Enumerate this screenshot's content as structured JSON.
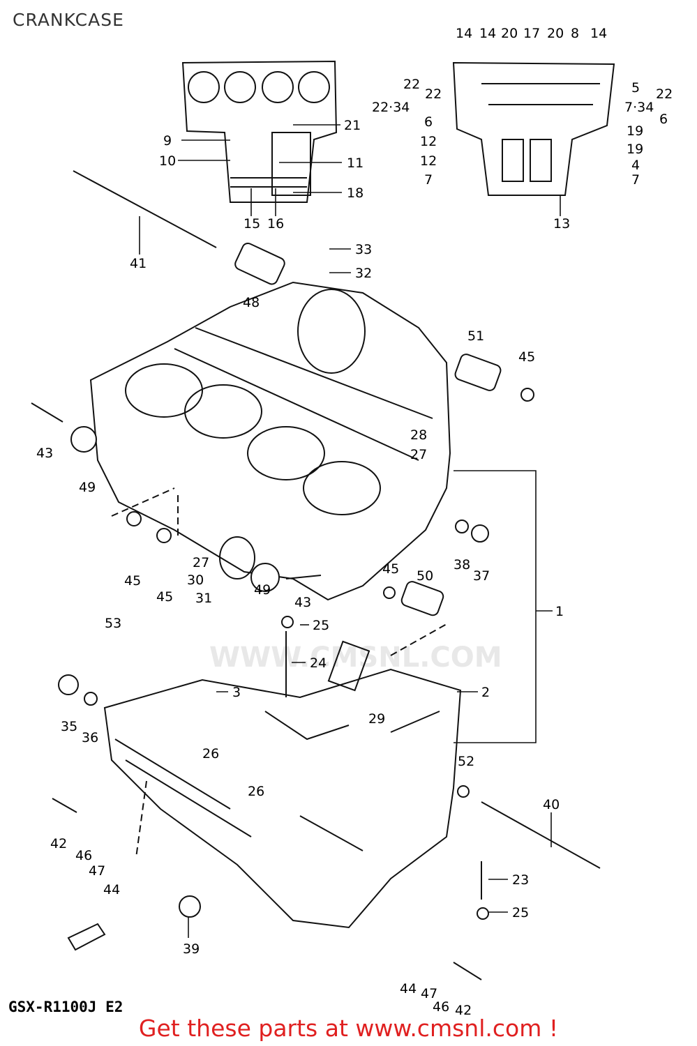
{
  "title": "CRANKCASE",
  "model": "GSX-R1100J E2",
  "footer": "Get these parts at www.cmsnl.com !",
  "watermark": "WWW.CMSNL.COM",
  "colors": {
    "footer": "#e02020",
    "ink": "#111111",
    "title": "#333333"
  },
  "callouts": [
    "1",
    "2",
    "3",
    "4",
    "5",
    "6",
    "6",
    "7",
    "7",
    "7·34",
    "8",
    "9",
    "10",
    "11",
    "12",
    "12",
    "13",
    "14",
    "14",
    "14",
    "15",
    "16",
    "17",
    "18",
    "19",
    "19",
    "20",
    "20",
    "21",
    "22",
    "22",
    "22",
    "22·34",
    "23",
    "24",
    "25",
    "25",
    "26",
    "26",
    "27",
    "27",
    "28",
    "29",
    "30",
    "31",
    "32",
    "33",
    "35",
    "36",
    "37",
    "38",
    "39",
    "40",
    "41",
    "42",
    "42",
    "43",
    "43",
    "44",
    "44",
    "45",
    "45",
    "45",
    "45",
    "45",
    "46",
    "46",
    "47",
    "47",
    "48",
    "49",
    "49",
    "50",
    "51",
    "52",
    "53"
  ]
}
